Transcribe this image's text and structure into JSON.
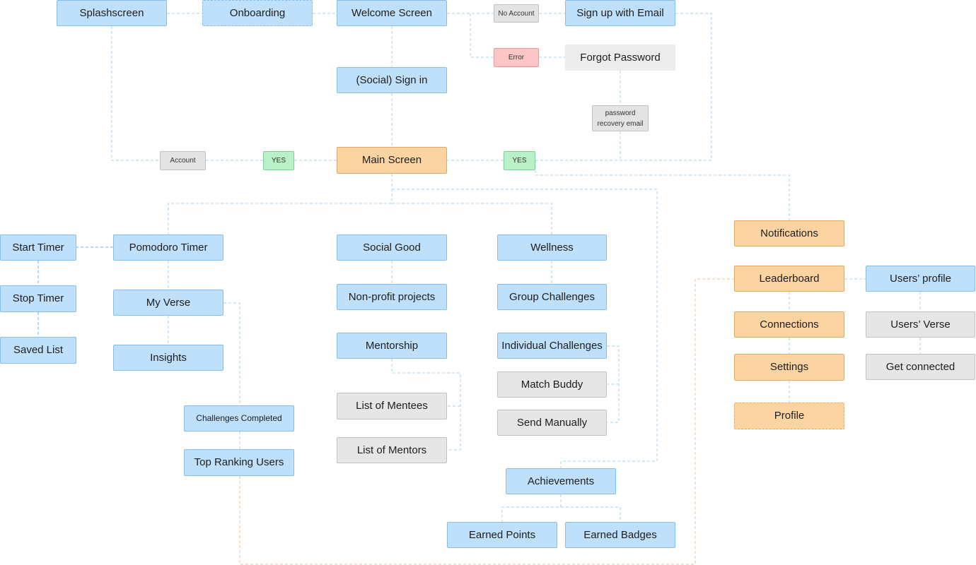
{
  "nodes": {
    "splashscreen": "Splashscreen",
    "onboarding": "Onboarding",
    "welcome_screen": "Welcome Screen",
    "sign_up_email": "Sign up with Email",
    "forgot_password": "Forgot Password",
    "social_sign_in": "(Social) Sign in",
    "main_screen": "Main Screen",
    "start_timer": "Start Timer",
    "stop_timer": "Stop Timer",
    "saved_list": "Saved List",
    "pomodoro_timer": "Pomodoro Timer",
    "my_verse": "My Verse",
    "insights": "Insights",
    "challenges_completed": "Challenges Completed",
    "top_ranking_users": "Top Ranking Users",
    "social_good": "Social Good",
    "non_profit_projects": "Non-profit projects",
    "mentorship": "Mentorship",
    "list_of_mentees": "List of Mentees",
    "list_of_mentors": "List of Mentors",
    "wellness": "Wellness",
    "group_challenges": "Group Challenges",
    "individual_challenges": "Individual Challenges",
    "match_buddy": "Match Buddy",
    "send_manually": "Send Manually",
    "achievements": "Achievements",
    "earned_points": "Earned Points",
    "earned_badges": "Earned Badges",
    "notifications": "Notifications",
    "leaderboard": "Leaderboard",
    "connections": "Connections",
    "settings": "Settings",
    "profile": "Profile",
    "users_profile": "Users’ profile",
    "users_verse": "Users’ Verse",
    "get_connected": "Get connected"
  },
  "tags": {
    "no_account": "No Account",
    "error": "Error",
    "password_recovery_line1": "password",
    "password_recovery_line2": "recovery email",
    "account": "Account",
    "yes_left": "YES",
    "yes_right": "YES"
  },
  "colors": {
    "screen_blue": "#bfe0fb",
    "main_orange": "#fbd4a2",
    "secondary_gray": "#e6e6e6",
    "yes_green": "#b9f0c7",
    "error_red": "#fcc6c6",
    "connector_blue": "#a9d3f2",
    "connector_orange": "#efbf97"
  }
}
